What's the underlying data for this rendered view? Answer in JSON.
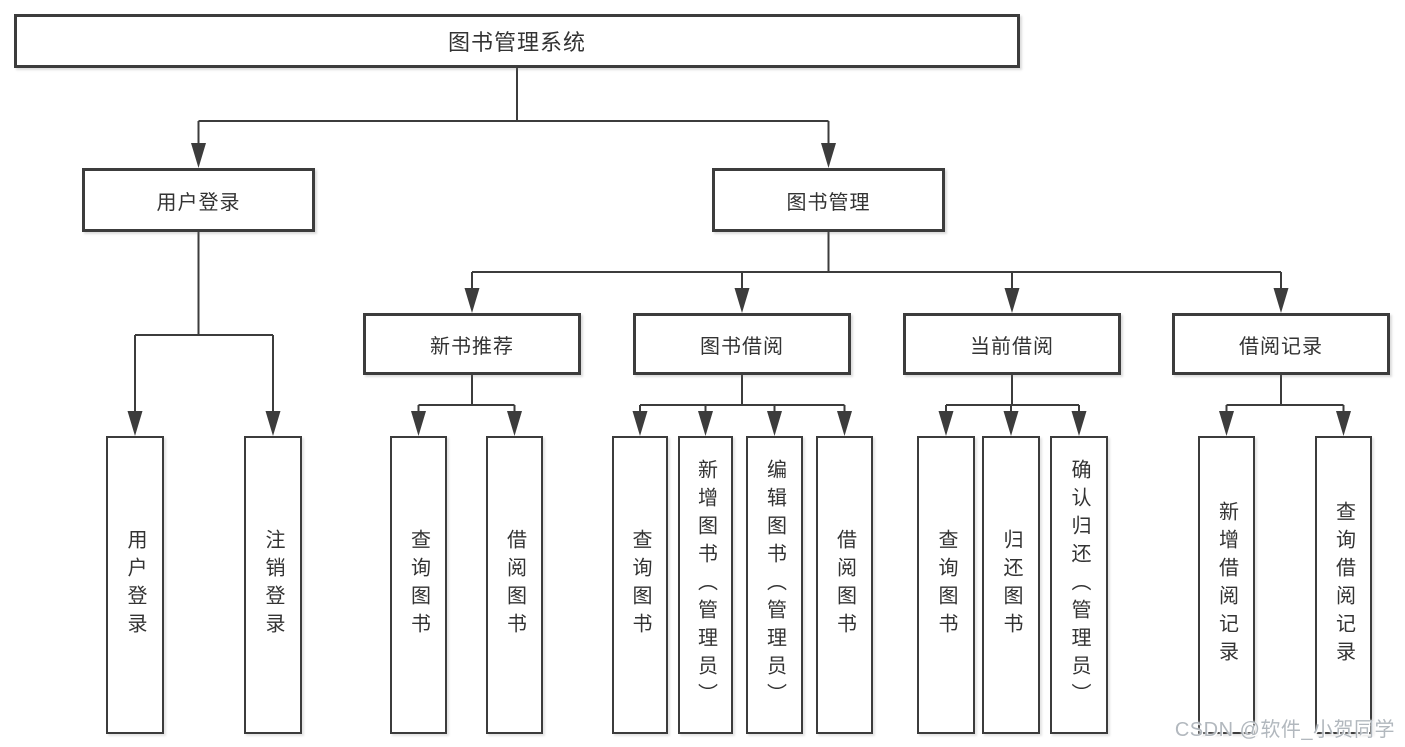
{
  "diagram": {
    "root": {
      "label": "图书管理系统"
    },
    "level2": [
      {
        "label": "用户登录"
      },
      {
        "label": "图书管理"
      }
    ],
    "level3": [
      {
        "label": "新书推荐"
      },
      {
        "label": "图书借阅"
      },
      {
        "label": "当前借阅"
      },
      {
        "label": "借阅记录"
      }
    ],
    "leaves": {
      "user_login": [
        {
          "label": "用户登录"
        },
        {
          "label": "注销登录"
        }
      ],
      "new_books": [
        {
          "label": "查询图书"
        },
        {
          "label": "借阅图书"
        }
      ],
      "book_borrow": [
        {
          "label": "查询图书"
        },
        {
          "label": "新增图书（管理员）"
        },
        {
          "label": "编辑图书（管理员）"
        },
        {
          "label": "借阅图书"
        }
      ],
      "current_borrow": [
        {
          "label": "查询图书"
        },
        {
          "label": "归还图书"
        },
        {
          "label": "确认归还（管理员）"
        }
      ],
      "borrow_records": [
        {
          "label": "新增借阅记录"
        },
        {
          "label": "查询借阅记录"
        }
      ]
    },
    "colors": {
      "line": "#3c3c3c",
      "text": "#333333",
      "background": "#ffffff",
      "watermark": "#b2b8be"
    },
    "watermark": "CSDN @软件_小贺同学"
  }
}
